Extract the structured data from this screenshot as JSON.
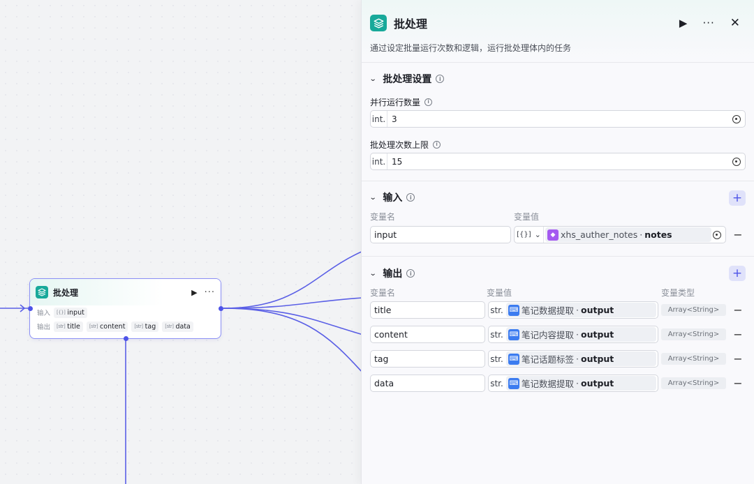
{
  "node": {
    "title": "批处理",
    "input_label": "输入",
    "output_label": "输出",
    "inputs": [
      "input"
    ],
    "outputs": [
      "title",
      "content",
      "tag",
      "data"
    ]
  },
  "panel": {
    "title": "批处理",
    "description": "通过设定批量运行次数和逻辑，运行批处理体内的任务",
    "icons": [
      "batch-icon",
      "run-icon",
      "more-icon",
      "close-icon"
    ],
    "settings": {
      "title": "批处理设置",
      "parallel": {
        "label": "并行运行数量",
        "type": "int.",
        "value": "3"
      },
      "max_times": {
        "label": "批处理次数上限",
        "type": "int.",
        "value": "15"
      }
    },
    "input": {
      "title": "输入",
      "col_name": "变量名",
      "col_value": "变量值",
      "rows": [
        {
          "name": "input",
          "type": "[{}]",
          "ref_node": "xhs_auther_notes",
          "sep": "·",
          "ref_field": "notes"
        }
      ]
    },
    "output": {
      "title": "输出",
      "col_name": "变量名",
      "col_value": "变量值",
      "col_type": "变量类型",
      "rows": [
        {
          "name": "title",
          "type": "str.",
          "ref_node": "笔记数据提取",
          "sep": "·",
          "ref_field": "output",
          "var_type": "Array<String>"
        },
        {
          "name": "content",
          "type": "str.",
          "ref_node": "笔记内容提取",
          "sep": "·",
          "ref_field": "output",
          "var_type": "Array<String>"
        },
        {
          "name": "tag",
          "type": "str.",
          "ref_node": "笔记话题标签",
          "sep": "·",
          "ref_field": "output",
          "var_type": "Array<String>"
        },
        {
          "name": "data",
          "type": "str.",
          "ref_node": "笔记数据提取",
          "sep": "·",
          "ref_field": "output",
          "var_type": "Array<String>"
        }
      ]
    }
  },
  "colors": {
    "accent": "#4d53e8",
    "brand": "#18a99a",
    "edge": "#5a5fe6"
  }
}
